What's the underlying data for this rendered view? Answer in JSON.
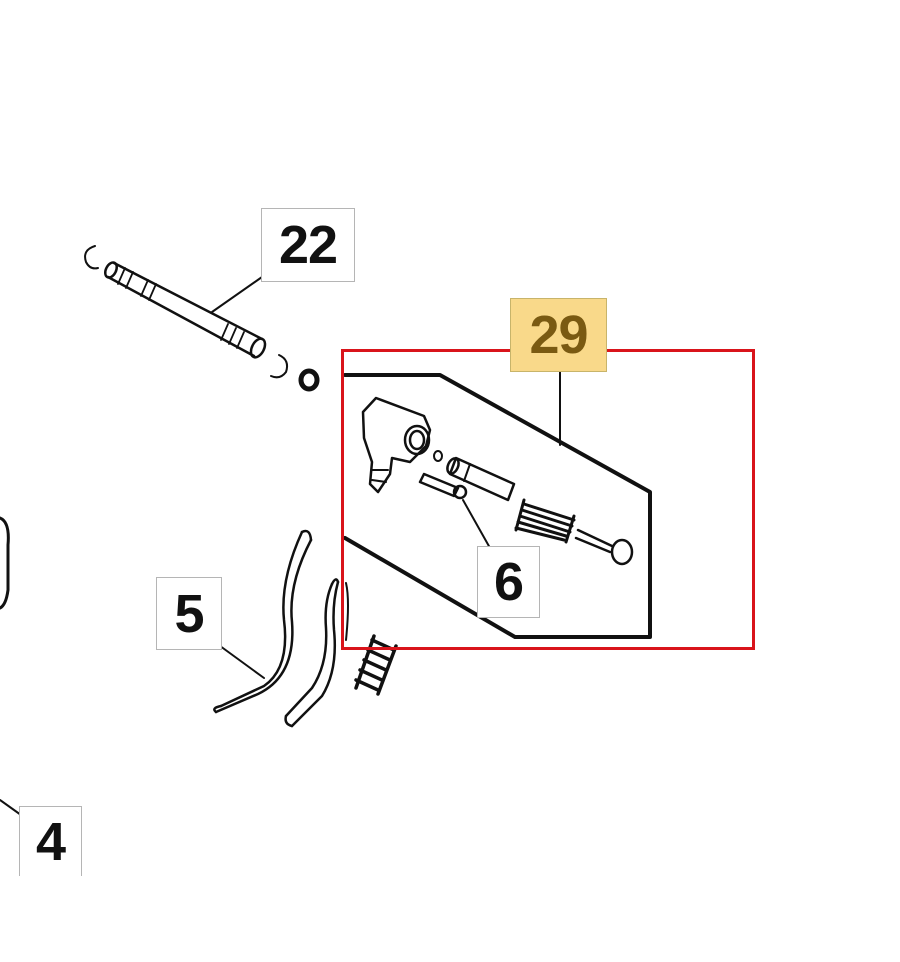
{
  "diagram": {
    "callouts": {
      "c22": "22",
      "c29": "29",
      "c6": "6",
      "c5": "5",
      "c4": "4"
    },
    "highlight_color": "#f9d98a",
    "frame_color": "#d9141b",
    "line_color": "#111111"
  }
}
